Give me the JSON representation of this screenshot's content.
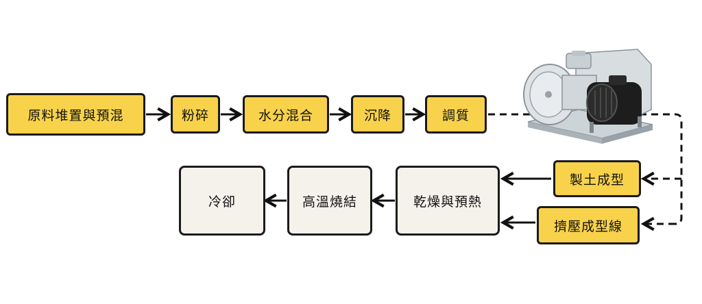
{
  "colors": {
    "process": "#f8d24a",
    "post_process": "#f5f2ec",
    "line": "#111111"
  },
  "nodes": {
    "raw_material": "原料堆置與預混",
    "crushing": "粉碎",
    "water_mixing": "水分混合",
    "settling": "沉降",
    "conditioning": "調質",
    "clay_forming": "製土成型",
    "extrusion_line": "擠壓成型線",
    "drying_preheat": "乾燥與預熱",
    "firing": "高溫燒結",
    "cooling": "冷卻"
  },
  "illustration": {
    "name": "vacuum-extruder-machine"
  }
}
